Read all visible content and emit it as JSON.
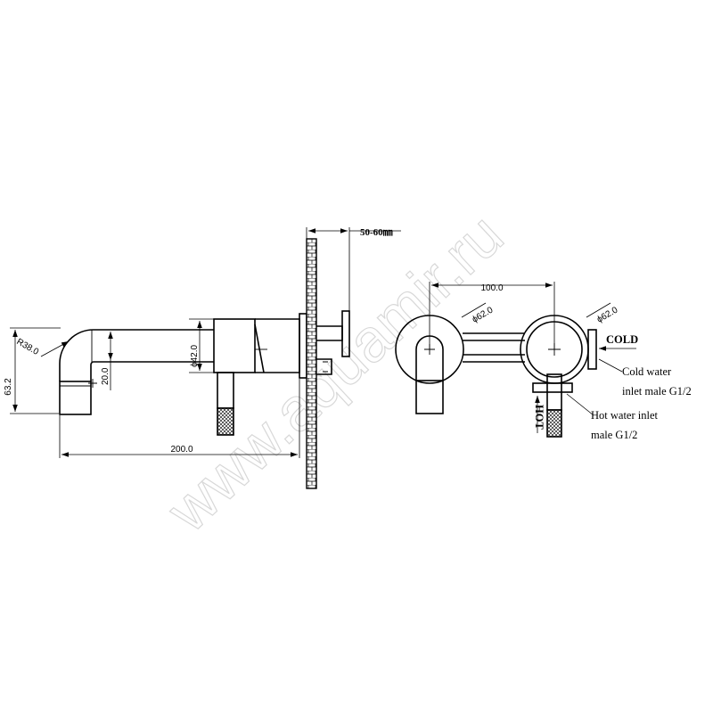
{
  "watermark": "www.aquamir.ru",
  "dimensions": {
    "r38": "R38.0",
    "h63": "63.2",
    "h20": "20.0",
    "d42": "ϕ42.0",
    "l200": "200.0",
    "wall": "50-60㎜",
    "c100": "100.0",
    "d62a": "ϕ62.0",
    "d62b": "ϕ62.0"
  },
  "labels": {
    "cold": "COLD",
    "hot": "HOT",
    "cold_inlet_line1": "Cold water",
    "cold_inlet_line2": "inlet male G1/2",
    "hot_inlet_line1": "Hot water inlet",
    "hot_inlet_line2": "male G1/2"
  }
}
